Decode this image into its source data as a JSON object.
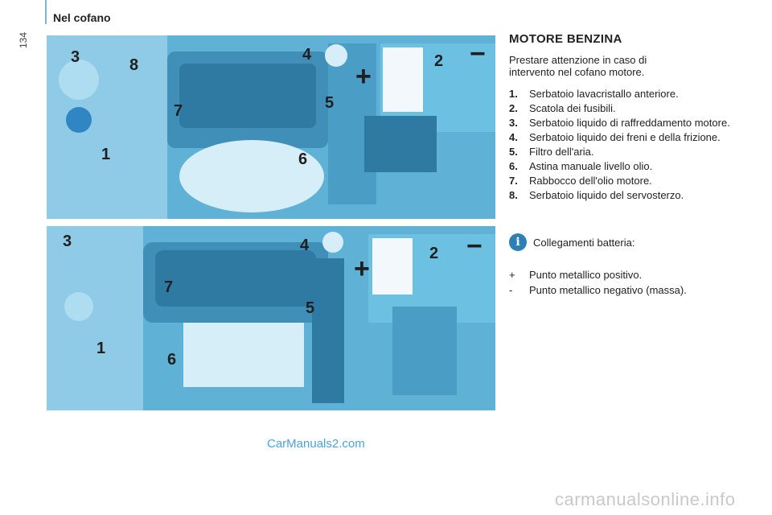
{
  "header": {
    "section": "Nel cofano",
    "page_number": "134"
  },
  "figures": [
    {
      "callouts": [
        "1",
        "2",
        "3",
        "4",
        "5",
        "6",
        "7",
        "8"
      ],
      "plus": "+",
      "minus": "−"
    },
    {
      "callouts": [
        "1",
        "2",
        "3",
        "4",
        "5",
        "6",
        "7"
      ],
      "plus": "+",
      "minus": "−"
    }
  ],
  "content": {
    "title": "MOTORE BENZINA",
    "intro": "Prestare attenzione in caso di intervento nel cofano motore.",
    "items": [
      {
        "num": "1.",
        "text": "Serbatoio lavacristallo anteriore."
      },
      {
        "num": "2.",
        "text": "Scatola dei fusibili."
      },
      {
        "num": "3.",
        "text": "Serbatoio liquido di raffreddamento motore."
      },
      {
        "num": "4.",
        "text": "Serbatoio liquido dei freni e della frizione."
      },
      {
        "num": "5.",
        "text": "Filtro dell'aria."
      },
      {
        "num": "6.",
        "text": "Astina manuale livello olio."
      },
      {
        "num": "7.",
        "text": "Rabbocco dell'olio motore."
      },
      {
        "num": "8.",
        "text": "Serbatoio liquido del servosterzo."
      }
    ],
    "info": {
      "icon": "i",
      "text": "Collegamenti batteria:"
    },
    "points": [
      {
        "sym": "+",
        "text": "Punto metallico positivo."
      },
      {
        "sym": "-",
        "text": "Punto metallico negativo (massa)."
      }
    ]
  },
  "watermarks": {
    "site1": "CarManuals2.com",
    "site2": "carmanualsonline.info"
  }
}
